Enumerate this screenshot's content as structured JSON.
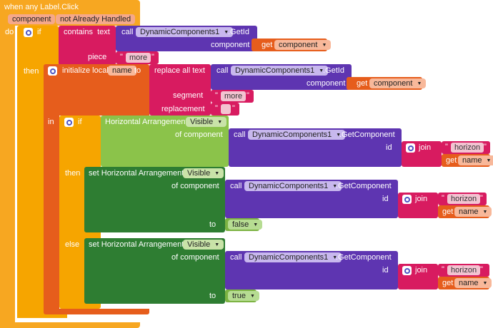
{
  "colors": {
    "event": "#f7a721",
    "control": "#f6a500",
    "text": "#d81b60",
    "component_call": "#5e35b1",
    "variable": "#e65d1c",
    "property_getter": "#8bc34a",
    "property_setter": "#2e7d32"
  },
  "event": {
    "header": "when any Label.Click",
    "params": [
      "component",
      "notAlreadyHandled"
    ],
    "do_label": "do"
  },
  "outer_if": {
    "if_label": "if",
    "then_label": "then",
    "contains": {
      "label": "contains",
      "text_label": "text",
      "piece_label": "piece",
      "call_label": "call",
      "component": "DynamicComponents1",
      "method": ".GetId",
      "arg_label": "component",
      "get_label": "get",
      "get_var": "component",
      "piece_value": "more"
    }
  },
  "local": {
    "label": "initialize local",
    "name": "name",
    "to_label": "to",
    "in_label": "in",
    "replace": {
      "label": "replace all text",
      "segment_label": "segment",
      "replacement_label": "replacement",
      "call_label": "call",
      "component": "DynamicComponents1",
      "method": ".GetId",
      "arg_label": "component",
      "get_label": "get",
      "get_var": "component",
      "segment_value": "more",
      "replacement_value": ""
    }
  },
  "inner_if": {
    "if_label": "if",
    "then_label": "then",
    "else_label": "else",
    "condition": {
      "component": "Horizontal Arrangement.",
      "property": "Visible",
      "of_component_label": "of component",
      "call_label": "call",
      "call_component": "DynamicComponents1",
      "call_method": ".GetComponent",
      "id_label": "id",
      "join_label": "join",
      "join_string": "horizon",
      "get_label": "get",
      "get_var": "name"
    },
    "then_set": {
      "set_label": "set",
      "component": "Horizontal Arrangement.",
      "property": "Visible",
      "of_component_label": "of component",
      "to_label": "to",
      "call_label": "call",
      "call_component": "DynamicComponents1",
      "call_method": ".GetComponent",
      "id_label": "id",
      "join_label": "join",
      "join_string": "horizon",
      "get_label": "get",
      "get_var": "name",
      "value": "false"
    },
    "else_set": {
      "set_label": "set",
      "component": "Horizontal Arrangement.",
      "property": "Visible",
      "of_component_label": "of component",
      "to_label": "to",
      "call_label": "call",
      "call_component": "DynamicComponents1",
      "call_method": ".GetComponent",
      "id_label": "id",
      "join_label": "join",
      "join_string": "horizon",
      "get_label": "get",
      "get_var": "name",
      "value": "true"
    }
  }
}
